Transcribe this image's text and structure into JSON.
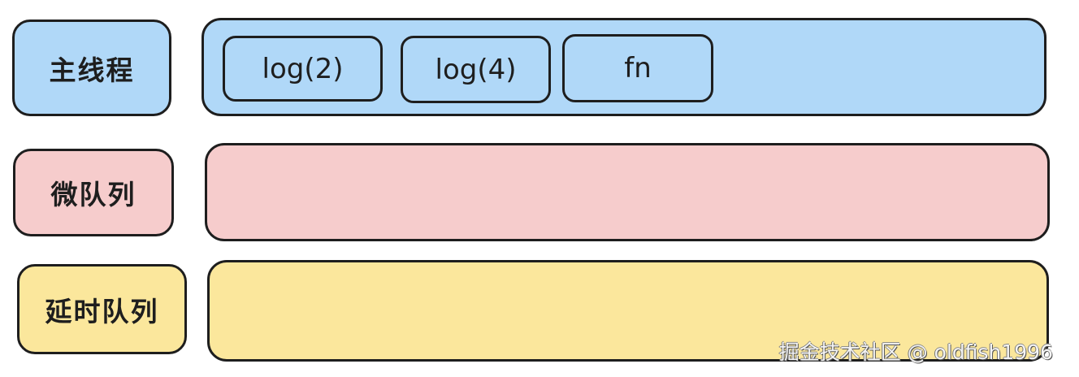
{
  "colors": {
    "main_thread": "#b0d8f8",
    "microtask_queue": "#f6cccc",
    "delay_queue": "#fbe79c",
    "stroke": "#1e1e1e"
  },
  "rows": [
    {
      "label": "主线程",
      "color": "#b0d8f8",
      "tasks": [
        "log(2)",
        "log(4)",
        "fn"
      ]
    },
    {
      "label": "微队列",
      "color": "#f6cccc",
      "tasks": []
    },
    {
      "label": "延时队列",
      "color": "#fbe79c",
      "tasks": []
    }
  ],
  "watermark": "掘金技术社区 @ oldfish1996"
}
